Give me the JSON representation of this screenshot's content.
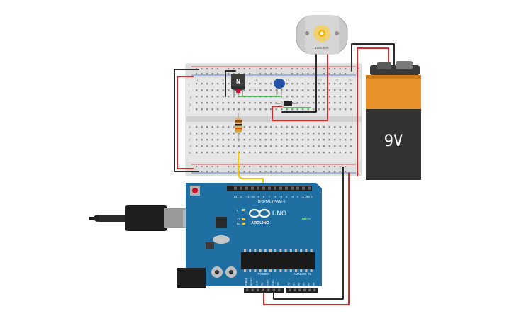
{
  "motor": {
    "speed_label": "1500 rpm"
  },
  "transistor": {
    "label": "N"
  },
  "battery": {
    "label": "9V"
  },
  "arduino": {
    "brand": "ARDUINO",
    "model": "UNO",
    "digital_header": "DIGITAL (PWM~)",
    "on_label": "ON",
    "tx_label": "TX",
    "rx_label": "RX",
    "l_label": "L",
    "aref_label": "AREF",
    "gnd_label": "GND",
    "digital_pins": [
      "13",
      "12",
      "~11",
      "~10",
      "~9",
      "8",
      "7",
      "~6",
      "~5",
      "4",
      "~3",
      "2",
      "TX 1",
      "RX 0"
    ],
    "power_header": "POWER",
    "power_pins": [
      "IOREF",
      "RESET",
      "3.3V",
      "5V",
      "GND",
      "GND",
      "Vin"
    ],
    "analog_header": "ANALOG IN",
    "analog_pins": [
      "A0",
      "A1",
      "A2",
      "A3",
      "A4",
      "A5"
    ]
  },
  "breadboard": {
    "row_letters_top": [
      "j",
      "i",
      "h",
      "g",
      "f"
    ],
    "row_letters_bottom": [
      "e",
      "d",
      "c",
      "b",
      "a"
    ],
    "column_numbers": [
      "1",
      "5",
      "10",
      "15",
      "20",
      "25",
      "30"
    ],
    "rail_plus": "+",
    "rail_minus": "-"
  },
  "colors": {
    "wire_red": "#d62828",
    "wire_black": "#2b2b2b",
    "wire_yellow": "#f2c300",
    "wire_green": "#2faa3b",
    "board_blue": "#1f6fa3",
    "battery_orange": "#e8912b"
  }
}
